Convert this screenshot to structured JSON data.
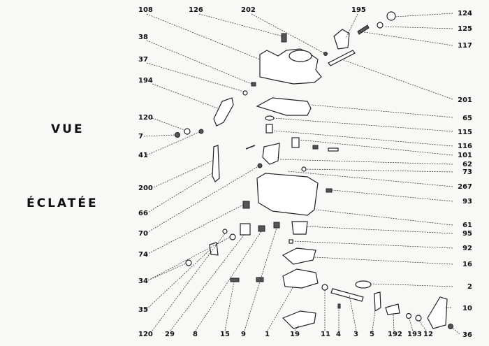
{
  "heading": {
    "line1": "VUE",
    "line2": "ÉCLATÉE"
  },
  "callouts": [
    "108",
    "126",
    "202",
    "195",
    "124",
    "125",
    "117",
    "201",
    "38",
    "37",
    "194",
    "120",
    "7",
    "41",
    "200",
    "66",
    "70",
    "74",
    "34",
    "35",
    "65",
    "115",
    "116",
    "101",
    "62",
    "73",
    "267",
    "93",
    "61",
    "95",
    "92",
    "16",
    "2",
    "10",
    "36",
    "120",
    "29",
    "8",
    "15",
    "9",
    "1",
    "19",
    "11",
    "4",
    "3",
    "5",
    "192",
    "193",
    "12"
  ]
}
